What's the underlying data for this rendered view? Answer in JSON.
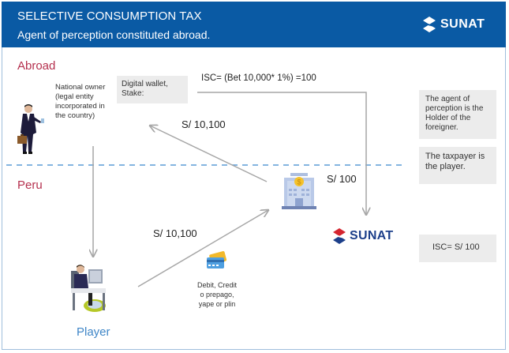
{
  "header": {
    "title": "SELECTIVE CONSUMPTION TAX",
    "subtitle": "Agent of perception constituted abroad.",
    "logo_text": "SUNAT"
  },
  "regions": {
    "abroad": "Abroad",
    "peru": "Peru"
  },
  "nodes": {
    "national_owner": [
      "National owner",
      "(legal entity",
      "incorporated in",
      "the country)"
    ],
    "digital_wallet": [
      "Digital wallet,",
      "Stake:"
    ],
    "player": "Player",
    "payment_methods": [
      "Debit, Credit",
      "o prepago,",
      "yape or plin"
    ],
    "sunat_logo": "SUNAT"
  },
  "flows": {
    "formula": "ISC= (Bet 10,000* 1%) =100",
    "bank_to_wallet": "S/ 10,100",
    "player_to_bank": "S/ 10,100",
    "bank_to_sunat": "S/ 100"
  },
  "notes": {
    "agent": [
      "The agent of",
      "perception is the",
      "Holder of the",
      "foreigner."
    ],
    "taxpayer": [
      "The taxpayer is",
      "the player."
    ],
    "isc": "ISC= S/ 100"
  },
  "colors": {
    "header_bg": "#0a5aa4",
    "region_label": "#b5304e",
    "player_label": "#3f86c7",
    "divider": "#5b9bd5",
    "arrow": "#a6a6a6",
    "note_bg": "#ececec"
  }
}
